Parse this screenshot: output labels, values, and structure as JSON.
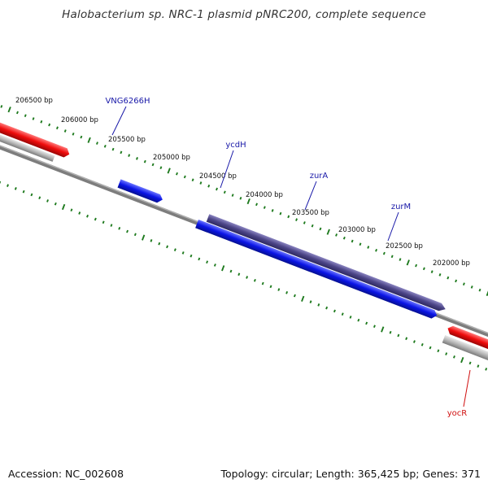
{
  "title": "Halobacterium sp. NRC-1 plasmid pNRC200, complete sequence",
  "footer": {
    "accession": "Accession: NC_002608",
    "topology": "Topology: circular; Length: 365,425 bp; Genes: 371"
  },
  "colors": {
    "backbone": "#7d7d7d",
    "tick": "#1e7a1e",
    "gene_forward_dark": "#4b4486",
    "gene_blue": "#0a14e6",
    "gene_red": "#ef0c0c",
    "gene_gray": "#b5b5b5",
    "label_blue": "#1818a8",
    "label_red": "#d01010"
  },
  "bp_ticks": [
    {
      "label": "206500 bp"
    },
    {
      "label": "206000 bp"
    },
    {
      "label": "205500 bp"
    },
    {
      "label": "205000 bp"
    },
    {
      "label": "204500 bp"
    },
    {
      "label": "204000 bp"
    },
    {
      "label": "203500 bp"
    },
    {
      "label": "203000 bp"
    },
    {
      "label": "202500 bp"
    },
    {
      "label": "202000 bp"
    }
  ],
  "gene_labels": [
    {
      "name": "VNG6266H",
      "color": "blue"
    },
    {
      "name": "ycdH",
      "color": "blue"
    },
    {
      "name": "zurA",
      "color": "blue"
    },
    {
      "name": "zurM",
      "color": "blue"
    },
    {
      "name": "yocR",
      "color": "red"
    }
  ]
}
